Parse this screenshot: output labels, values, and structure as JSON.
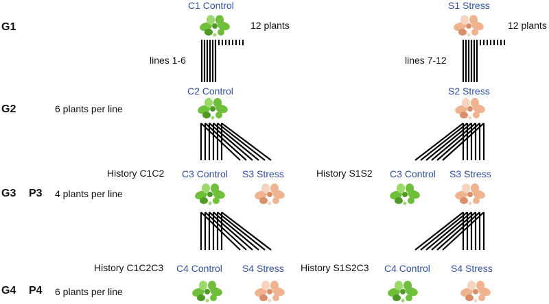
{
  "generations": {
    "g1": "G1",
    "g2": "G2",
    "g3": "G3",
    "g4": "G4",
    "p3": "P3",
    "p4": "P4"
  },
  "notes": {
    "g1_left_count": "12 plants",
    "g1_right_count": "12 plants",
    "lines_left": "lines 1-6",
    "lines_right": "lines 7-12",
    "g2_per_line": "6 plants per line",
    "g3_per_line": "4 plants per line",
    "g4_per_line": "6 plants per line"
  },
  "groups": {
    "c1": "C1 Control",
    "s1": "S1 Stress",
    "c2": "C2 Control",
    "s2": "S2 Stress",
    "c3_left": "C3 Control",
    "s3_left": "S3 Stress",
    "c3_right": "C3 Control",
    "s3_right": "S3 Stress",
    "c4_left": "C4 Control",
    "s4_left": "S4 Stress",
    "c4_right": "C4 Control",
    "s4_right": "S4 Stress"
  },
  "histories": {
    "c1c2": "History C1C2",
    "s1s2": "History S1S2",
    "c1c2c3": "History C1C2C3",
    "s1s2c3": "History S1S2C3"
  },
  "colors": {
    "label_blue": "#2f4fa8",
    "control_plant": "#6fbf3a",
    "stress_plant": "#efb38f"
  }
}
